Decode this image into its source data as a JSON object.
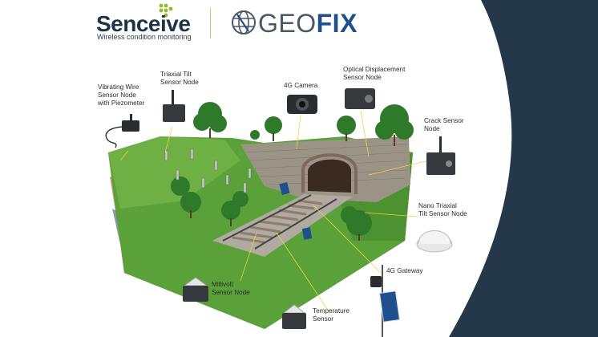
{
  "brand": {
    "name": "Senceive",
    "tagline": "Wireless condition monitoring",
    "partner_prefix": "GEO",
    "partner_suffix": "FIX"
  },
  "labels": {
    "vibrating_wire": "Vibrating Wire\nSensor Node\nwith Piezometer",
    "triaxial_tilt": "Triaxial Tilt\nSensor Node",
    "camera": "4G Camera",
    "optical": "Optical Displacement\nSensor Node",
    "crack": "Crack Sensor\nNode",
    "nano_tilt": "Nano Triaxial\nTilt Sensor Node",
    "gateway": "4G Gateway",
    "millivolt": "Millivolt\nSensor Node",
    "temperature": "Temperature\nSensor"
  },
  "colors": {
    "navy": "#1f3346",
    "brand_green": "#8bbd2a",
    "geofix_blue": "#1f4f8f",
    "grass": "#5aa13a",
    "soil": "#8a5a3a",
    "dark_panel": "#24384a"
  }
}
